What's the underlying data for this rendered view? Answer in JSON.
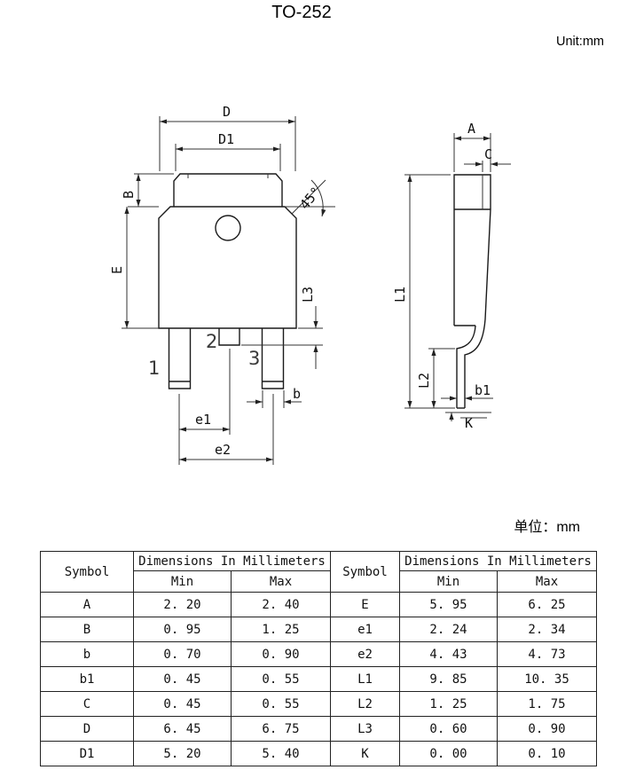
{
  "page": {
    "title": "TO-252",
    "unit_label": "Unit:mm",
    "unit_label_cn": "单位：mm"
  },
  "drawing": {
    "front_view": {
      "dim_d": "D",
      "dim_d1": "D1",
      "dim_b_height": "B",
      "dim_e_height": "E",
      "dim_l3": "L3",
      "dim_b_width": "b",
      "dim_e1": "e1",
      "dim_e2": "e2",
      "angle_45": "45°",
      "pin_1": "1",
      "pin_2": "2",
      "pin_3": "3"
    },
    "side_view": {
      "dim_a": "A",
      "dim_c": "C",
      "dim_l1": "L1",
      "dim_l2": "L2",
      "dim_b1": "b1",
      "dim_k": "K"
    }
  },
  "table": {
    "header": {
      "symbol": "Symbol",
      "dimensions": "Dimensions In Millimeters",
      "min": "Min",
      "max": "Max"
    },
    "rows": [
      {
        "sym_left": "A",
        "min_left": "2. 20",
        "max_left": "2. 40",
        "sym_right": "E",
        "min_right": "5. 95",
        "max_right": "6. 25"
      },
      {
        "sym_left": "B",
        "min_left": "0. 95",
        "max_left": "1. 25",
        "sym_right": "e1",
        "min_right": "2. 24",
        "max_right": "2. 34"
      },
      {
        "sym_left": "b",
        "min_left": "0. 70",
        "max_left": "0. 90",
        "sym_right": "e2",
        "min_right": "4. 43",
        "max_right": "4. 73"
      },
      {
        "sym_left": "b1",
        "min_left": "0. 45",
        "max_left": "0. 55",
        "sym_right": "L1",
        "min_right": "9. 85",
        "max_right": "10. 35"
      },
      {
        "sym_left": "C",
        "min_left": "0. 45",
        "max_left": "0. 55",
        "sym_right": "L2",
        "min_right": "1. 25",
        "max_right": "1. 75"
      },
      {
        "sym_left": "D",
        "min_left": "6. 45",
        "max_left": "6. 75",
        "sym_right": "L3",
        "min_right": "0. 60",
        "max_right": "0. 90"
      },
      {
        "sym_left": "D1",
        "min_left": "5. 20",
        "max_left": "5. 40",
        "sym_right": "K",
        "min_right": "0. 00",
        "max_right": "0. 10"
      }
    ]
  }
}
